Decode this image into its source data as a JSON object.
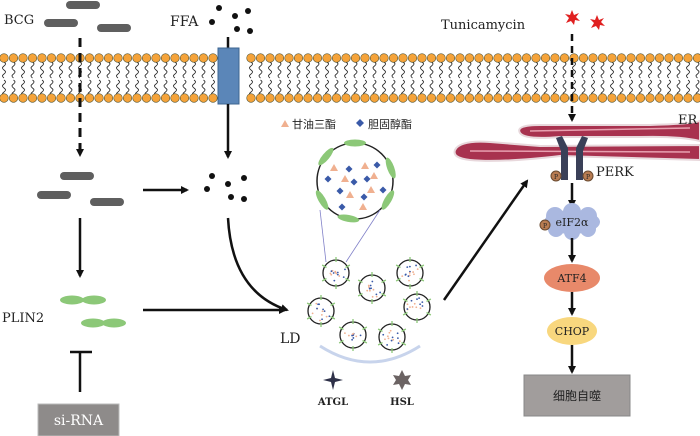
{
  "labels": {
    "bcg": "BCG",
    "ffa": "FFA",
    "tunicamycin": "Tunicamycin",
    "plin2": "PLIN2",
    "si_rna": "si-RNA",
    "ld": "LD",
    "atgl": "ATGL",
    "hsl": "HSL",
    "er": "ER",
    "perk": "PERK",
    "eif2a": "eIF2α",
    "atf4": "ATF4",
    "chop": "CHOP",
    "autophagy": "细胞自噬",
    "phospho": "P"
  },
  "legend": {
    "triglyceride": "甘油三酯",
    "cholesteryl_ester": "胆固醇酯"
  },
  "colors": {
    "bacteria": "#5f5f5f",
    "membrane_head": "#f5a33a",
    "transporter": "#5b86b8",
    "plin2": "#8cc878",
    "tunicamycin": "#e02020",
    "er": "#a8324f",
    "perk": "#3a4058",
    "eif2a": "#aab8e0",
    "atf4": "#e8896a",
    "chop": "#f8d77e",
    "box": "#9e9a99",
    "triglyceride": "#f0b090",
    "cholesteryl_ester": "#3a5aa8"
  }
}
